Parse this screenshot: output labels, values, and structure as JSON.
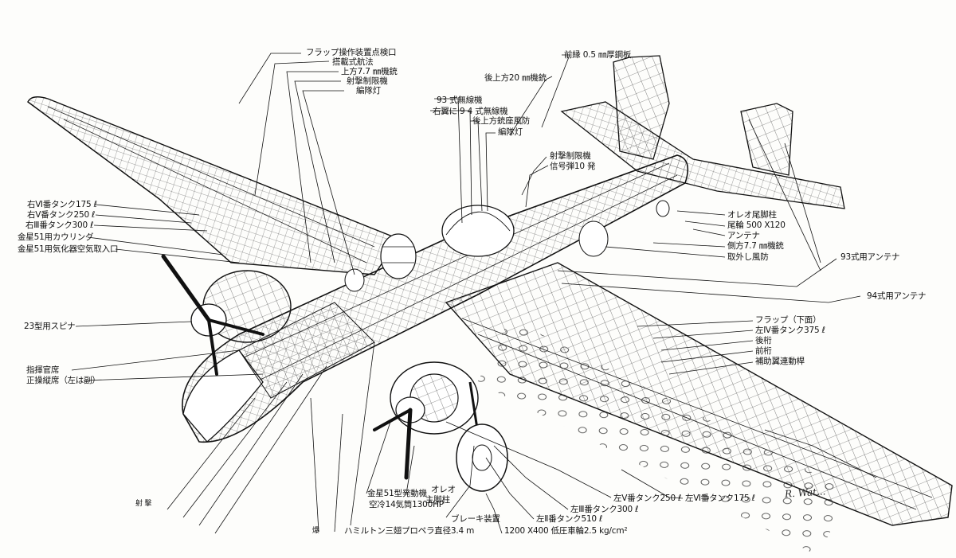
{
  "labels": {
    "flap_hatch": "フラップ操作装置点検口",
    "sextant": "搭載式航法",
    "upper_mg": "上方7.7 ㎜機銃",
    "fire_limit": "射撃制限機",
    "formation_light_top": "編隊灯",
    "radio93": "93 式無線機",
    "radio94": "右翼に 9 4 式無線機",
    "rear_gun_shield": "後上方銃座風防",
    "formation_light2": "編隊灯",
    "front_edge": "前縁 0.5 ㎜厚鋼板",
    "rear_upper_mg": "後上方20 ㎜機銃",
    "fire_limit2": "射撃制限機",
    "signal": "信号弾10 発",
    "oleo_tail": "オレオ尾脚柱",
    "tail_wheel": "尾輪 500 X120",
    "antenna": "アンテナ",
    "side_mg": "側方7.7 ㎜機銃",
    "removable_shield": "取外し風防",
    "ant93": "93式用アンテナ",
    "ant94": "94式用アンテナ",
    "flap_lower": "フラップ（下面）",
    "left_iv_tank": "左Ⅳ番タンク375 ℓ",
    "rear_spar": "後桁",
    "front_spar": "前桁",
    "aux_spar": "補助翼連動桿",
    "r_vi_tank": "右Ⅵ番タンク175 ℓ",
    "r_v_tank": "右Ⅴ番タンク250 ℓ",
    "r_iii_tank": "右Ⅲ番タンク300 ℓ",
    "kinsei_cowl": "金星51用カウリング",
    "kinsei_intake": "金星51用気化器空気取入口",
    "spinner": "23型用スピナ",
    "commander_window": "指揮官席",
    "pilot_seat": "正操縦席（左は副）",
    "left_v_tank": "左Ⅴ番タンク250 ℓ",
    "left_vi_tank": "左Ⅵ番タンク175 ℓ",
    "left_iii_tank": "左Ⅲ番タンク300 ℓ",
    "left_ii_tank": "左Ⅱ番タンク510 ℓ",
    "brake": "ブレーキ装置",
    "oleo_main": "オレオ",
    "main_leg": "主脚柱",
    "engine1": "金星51型発動機",
    "engine2": "空冷14気筒1300HP",
    "propeller": "ハミルトン三翅プロペラ直径3.4 m",
    "main_wheel": "1200 X400 低圧車輪2.5 kg/cm²",
    "corner_note": "射 擊",
    "bomb": "爆",
    "signature": "R. Wat..."
  },
  "colors": {
    "ink": "#111111",
    "paper": "#fdfdfb"
  }
}
